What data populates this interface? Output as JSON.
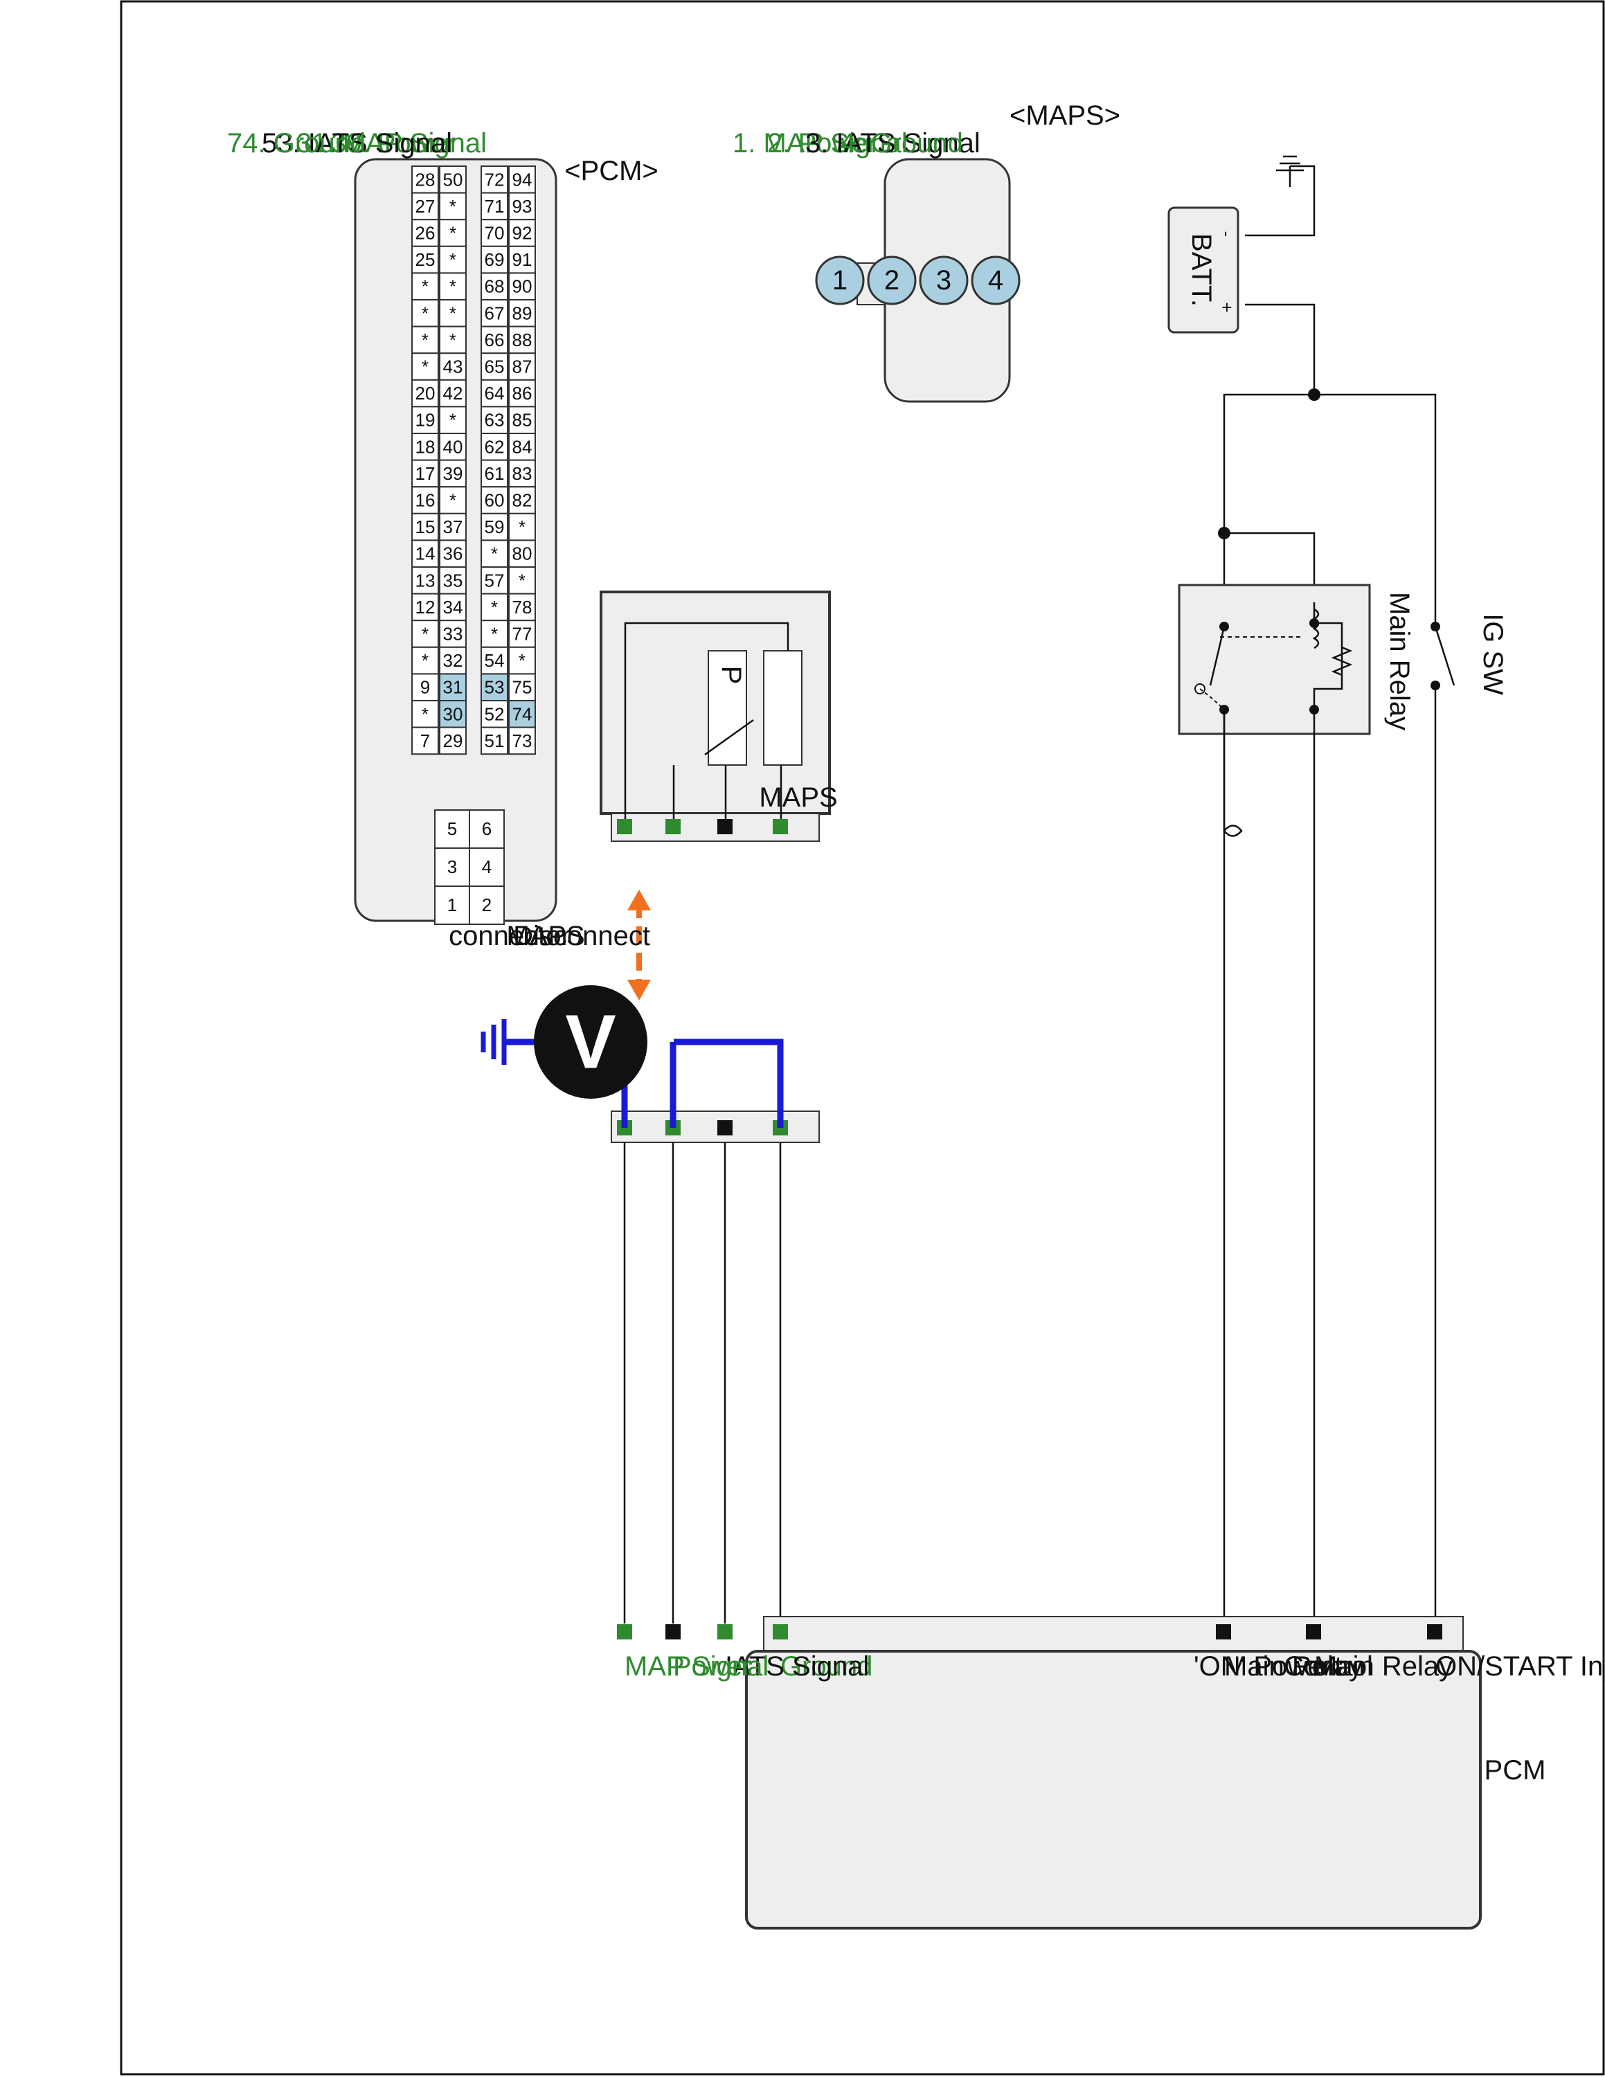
{
  "components": {
    "batt": "BATT.",
    "batt_minus": "-",
    "batt_plus": "+",
    "ig_sw": "IG SW",
    "main_relay": "Main Relay",
    "maps": "MAPS",
    "maps_p": "P",
    "voltmeter": "V"
  },
  "disconnect_note": [
    "Disconnect",
    "MAPS",
    "connector"
  ],
  "pcm": {
    "title": "PCM",
    "pins": [
      {
        "label": "ON/START Input",
        "color": "#111111"
      },
      {
        "label": "Main Relay Control",
        "color": "#111111"
      },
      {
        "label": "Main Relay 'ON' Power",
        "color": "#111111"
      },
      {
        "label": "Ground",
        "color": "#2e8b2e"
      },
      {
        "label": "IATS Signal",
        "color": "#111111"
      },
      {
        "label": "Power",
        "color": "#2e8b2e"
      },
      {
        "label": "MAP Signal",
        "color": "#2e8b2e"
      }
    ]
  },
  "maps_connector": {
    "title": "<MAPS>",
    "pin_numbers": [
      "1",
      "2",
      "3",
      "4"
    ],
    "legend": [
      {
        "text": "1. MAP Signal",
        "color": "#2e8b2e"
      },
      {
        "text": "2. Power",
        "color": "#2e8b2e"
      },
      {
        "text": "3. IATS Signal",
        "color": "#111111"
      },
      {
        "text": "4. Ground",
        "color": "#2e8b2e"
      }
    ]
  },
  "pcm_connector": {
    "title": "<PCM>",
    "row1": [
      "94",
      "93",
      "92",
      "91",
      "90",
      "89",
      "88",
      "87",
      "86",
      "85",
      "84",
      "83",
      "82",
      "*",
      "80",
      "*",
      "78",
      "77",
      "*",
      "75",
      "74",
      "73"
    ],
    "row2": [
      "72",
      "71",
      "70",
      "69",
      "68",
      "67",
      "66",
      "65",
      "64",
      "63",
      "62",
      "61",
      "60",
      "59",
      "*",
      "57",
      "*",
      "*",
      "54",
      "53",
      "52",
      "51"
    ],
    "row3": [
      "50",
      "*",
      "*",
      "*",
      "*",
      "*",
      "*",
      "43",
      "42",
      "*",
      "40",
      "39",
      "*",
      "37",
      "36",
      "35",
      "34",
      "33",
      "32",
      "31",
      "30",
      "29"
    ],
    "row4": [
      "28",
      "27",
      "26",
      "25",
      "*",
      "*",
      "*",
      "*",
      "20",
      "19",
      "18",
      "17",
      "16",
      "15",
      "14",
      "13",
      "12",
      "*",
      "*",
      "9",
      "*",
      "7"
    ],
    "highlighted": [
      "74",
      "53",
      "31",
      "30"
    ],
    "small_block": [
      [
        "6",
        "5"
      ],
      [
        "4",
        "3"
      ],
      [
        "2",
        "1"
      ]
    ],
    "legend": [
      {
        "text": "30. Power",
        "color": "#2e8b2e"
      },
      {
        "text": "31. MAP Signal",
        "color": "#2e8b2e"
      },
      {
        "text": "53. IATS Signal",
        "color": "#111111"
      },
      {
        "text": "74. Ground",
        "color": "#2e8b2e"
      }
    ]
  }
}
